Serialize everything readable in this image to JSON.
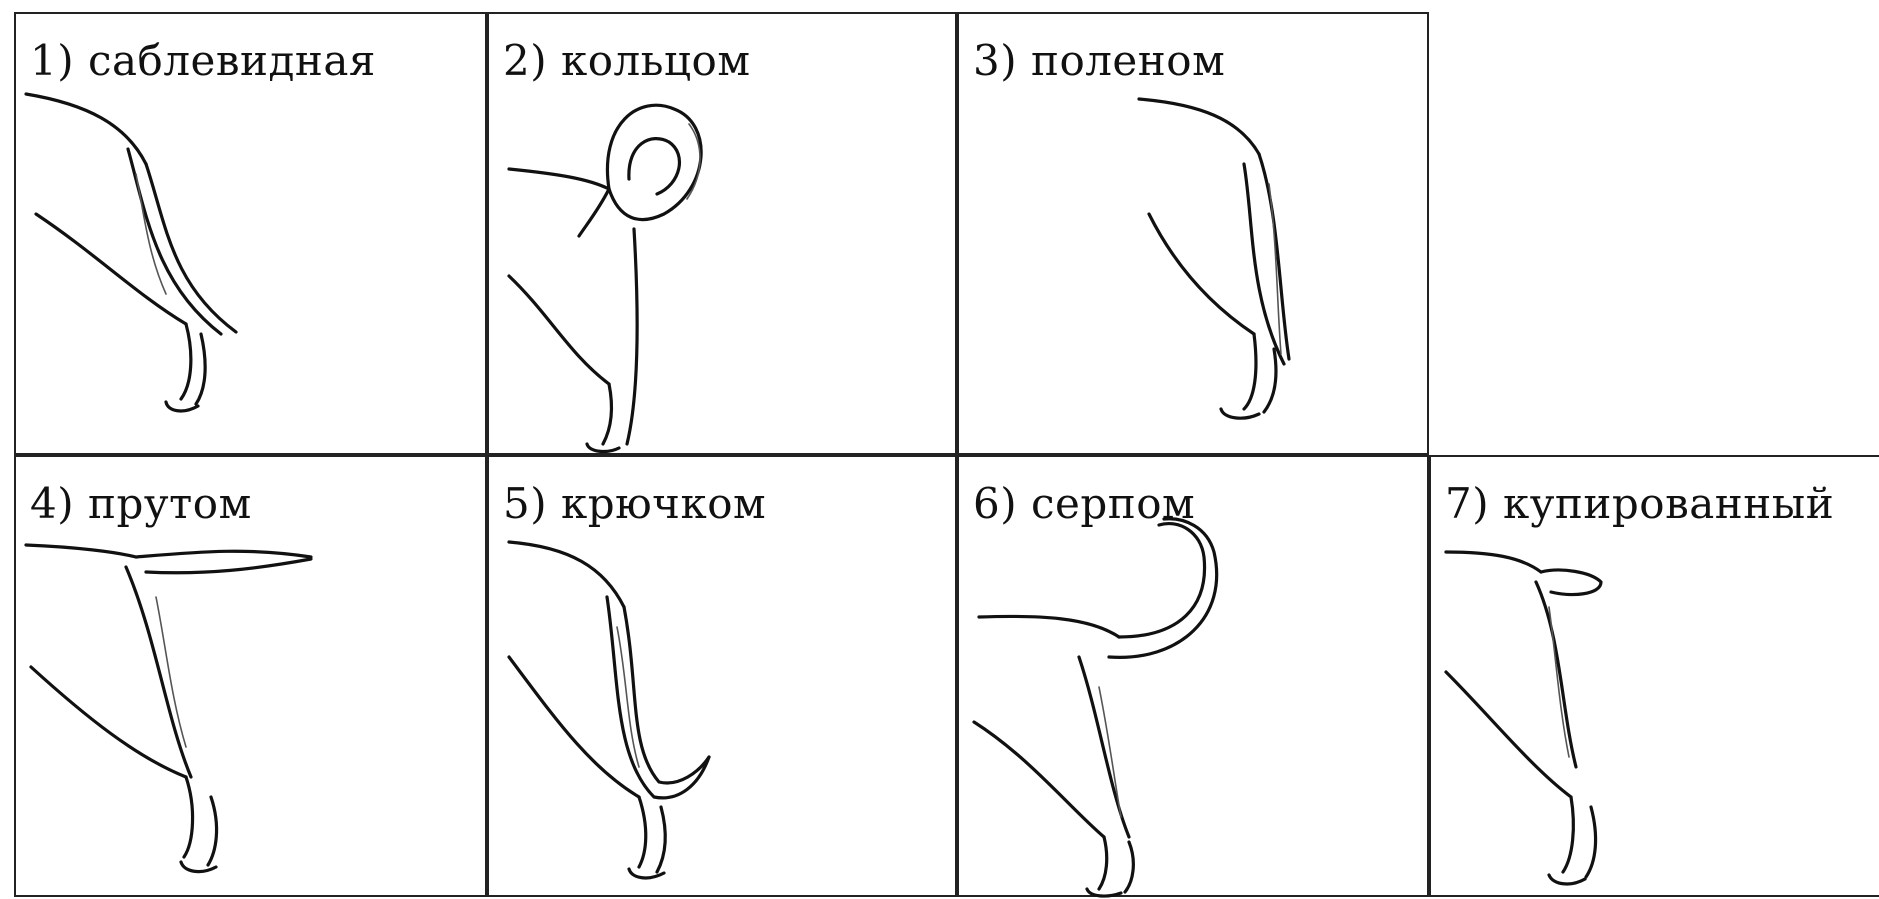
{
  "figure": {
    "cells": [
      {
        "number": "1)",
        "name": "саблевидная"
      },
      {
        "number": "2)",
        "name": "кольцом"
      },
      {
        "number": "3)",
        "name": "поленом"
      },
      {
        "number": "4)",
        "name": "прутом"
      },
      {
        "number": "5)",
        "name": "крючком"
      },
      {
        "number": "6)",
        "name": "серпом"
      },
      {
        "number": "7)",
        "name": "купированный"
      }
    ]
  }
}
